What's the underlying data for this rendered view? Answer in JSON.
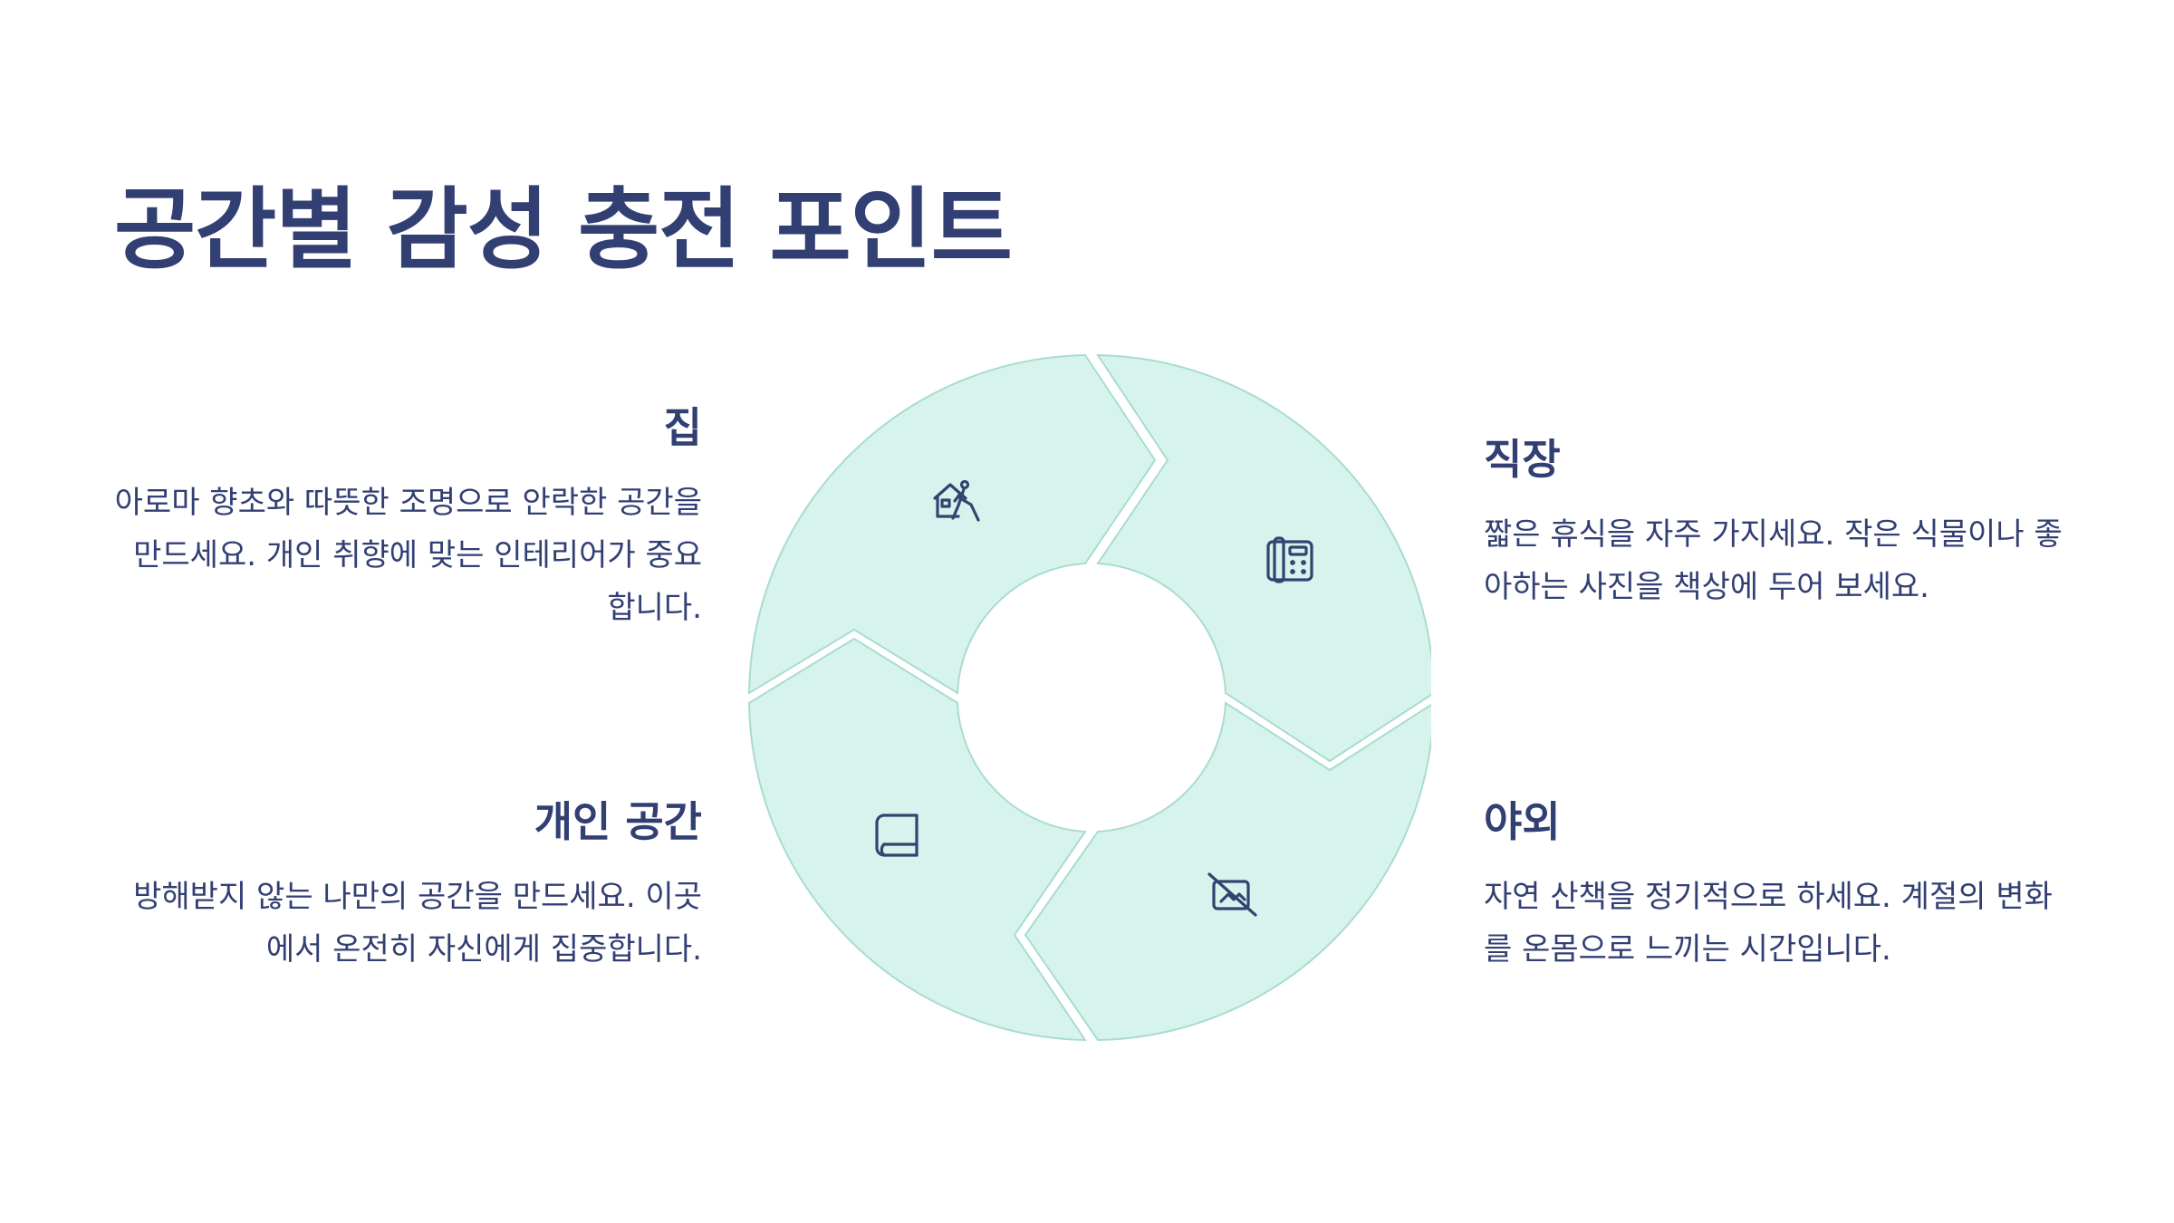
{
  "title": "공간별 감성 충전 포인트",
  "sections": {
    "home": {
      "heading": "집",
      "body": "아로마 향초와 따뜻한 조명으로 안락한 공간을 만드세요. 개인 취향에 맞는 인테리어가 중요합니다.",
      "icon": "home-person-icon"
    },
    "workplace": {
      "heading": "직장",
      "body": "짧은 휴식을 자주 가지세요. 작은 식물이나 좋아하는 사진을 책상에 두어 보세요.",
      "icon": "office-phone-icon"
    },
    "personal": {
      "heading": "개인 공간",
      "body": "방해받지 않는 나만의 공간을 만드세요. 이곳에서 온전히 자신에게 집중합니다.",
      "icon": "book-icon"
    },
    "outdoor": {
      "heading": "야외",
      "body": "자연 산책을 정기적으로 하세요. 계절의 변화를 온몸으로 느끼는 시간입니다.",
      "icon": "no-photo-icon"
    }
  },
  "colors": {
    "title": "#323f73",
    "text": "#323f73",
    "segment_fill": "#d6f4ed",
    "segment_stroke": "#a9dccd",
    "background": "#ffffff"
  }
}
